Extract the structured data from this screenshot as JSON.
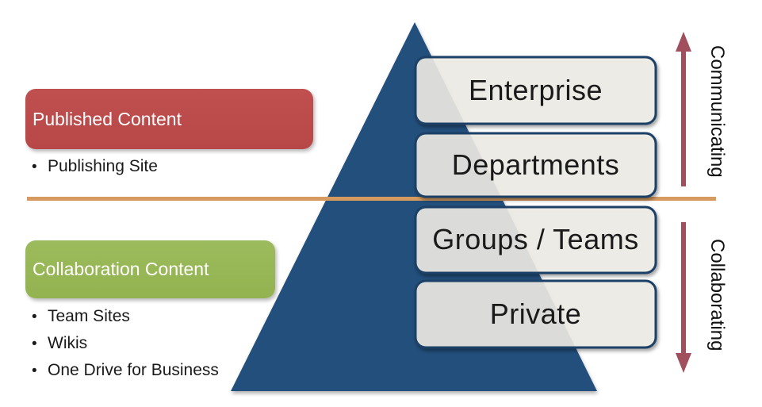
{
  "diagram": {
    "title_hint": "SharePoint content pyramid",
    "bullet_char": "•",
    "left_panel": {
      "published": {
        "title": "Published Content",
        "items": [
          "Publishing Site"
        ]
      },
      "collaboration": {
        "title": "Collaboration Content",
        "items": [
          "Team Sites",
          "Wikis",
          "One Drive for Business"
        ]
      }
    },
    "pyramid_levels": [
      "Enterprise",
      "Departments",
      "Groups / Teams",
      "Private"
    ],
    "right_axis": {
      "top_label": "Communicating",
      "bottom_label": "Collaborating"
    }
  },
  "colors": {
    "pyramid_blue": "#24507B",
    "box_fill": "#F0EEE7",
    "box_border": "#1E3F66",
    "published_red": "#C05050",
    "collaboration_green": "#9CBB5C",
    "divider_orange": "#D89B5F",
    "arrow_maroon": "#A14F5C",
    "text_dark": "#1A1A1A"
  }
}
